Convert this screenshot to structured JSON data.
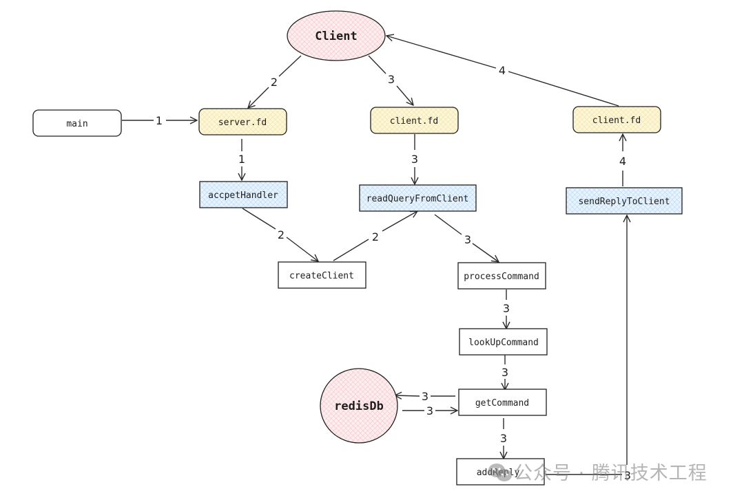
{
  "colors": {
    "ellipse_fill": "#fce1e4",
    "fd_fill": "#fdf3c7",
    "handler_fill": "#d9ecfb",
    "plain_fill": "#ffffff",
    "stroke": "#1e1e1e"
  },
  "nodes": {
    "client": "Client",
    "main": "main",
    "server_fd": "server.fd",
    "client_fd_read": "client.fd",
    "client_fd_write": "client.fd",
    "accept_handler": "accpetHandler",
    "read_query": "readQueryFromClient",
    "send_reply": "sendReplyToClient",
    "create_client": "createClient",
    "process_command": "processCommand",
    "lookup_command": "lookUpCommand",
    "get_command": "getCommand",
    "redis_db": "redisDb",
    "add_reply": "addReply"
  },
  "edges": {
    "main_to_server": "1",
    "server_to_accept": "1",
    "client_to_server": "2",
    "accept_to_create": "2",
    "create_to_read": "2",
    "client_to_clientfd": "3",
    "clientfd_to_read": "3",
    "read_to_process": "3",
    "process_to_lookup": "3",
    "lookup_to_get": "3",
    "get_to_redis": "3",
    "redis_to_get": "3",
    "get_to_add": "3",
    "add_to_send": "3",
    "send_to_clientfd": "4",
    "clientfd_to_client": "4"
  },
  "watermark": {
    "icon": "wechat-icon",
    "text": "公众号 · 腾讯技术工程"
  }
}
